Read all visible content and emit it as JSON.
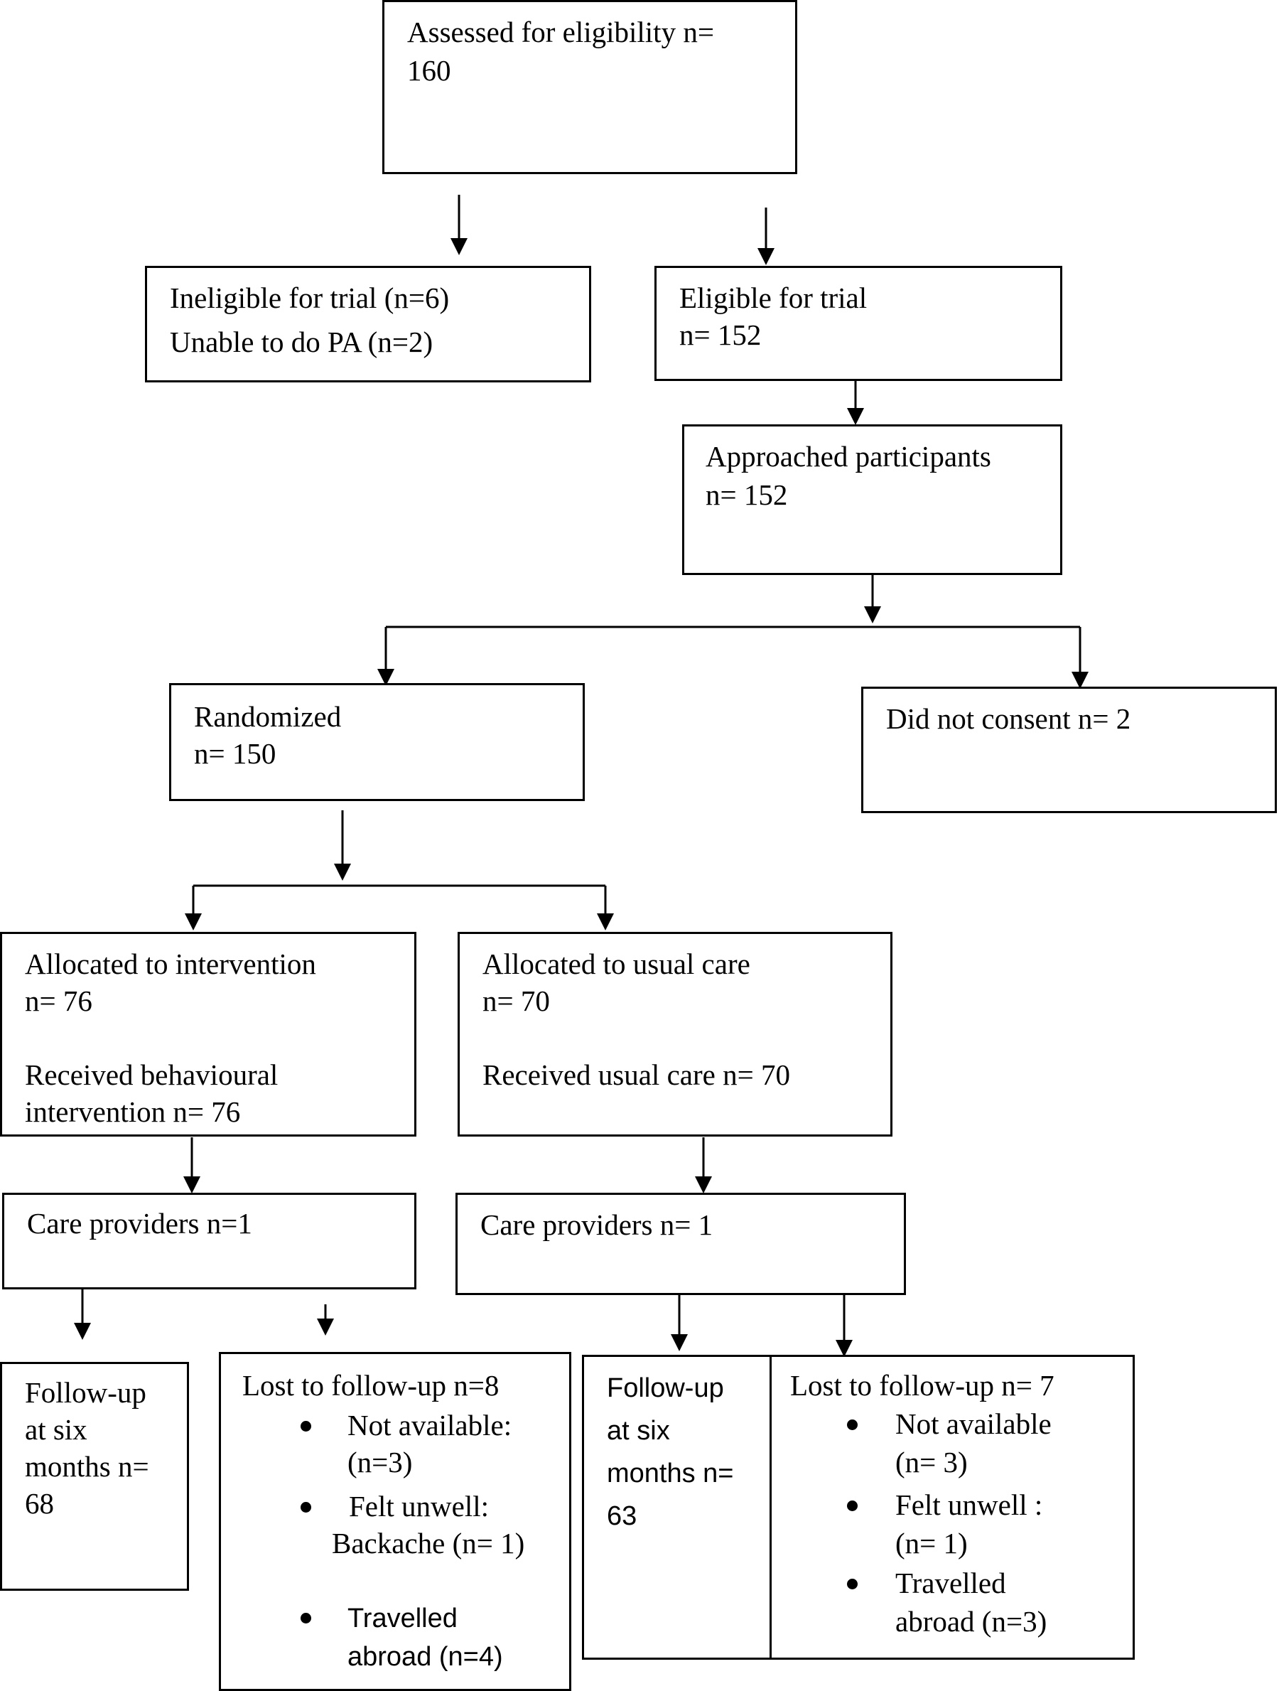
{
  "nodes": {
    "assessed": {
      "line1": "Assessed for eligibility n=",
      "line2": "160"
    },
    "ineligible": {
      "line1": "Ineligible for trial (n=6)",
      "line2": "Unable to do PA (n=2)"
    },
    "eligible": {
      "line1": "Eligible for trial",
      "line2": "n= 152"
    },
    "approached": {
      "line1": "Approached participants",
      "line2": "n= 152"
    },
    "randomized": {
      "line1": "Randomized",
      "line2": "n= 150"
    },
    "no_consent": {
      "line1": "Did not consent n= 2"
    },
    "alloc_intervention": {
      "line1": "Allocated to intervention",
      "line2": "n= 76",
      "line3": "Received behavioural",
      "line4": "intervention n= 76"
    },
    "alloc_usual": {
      "line1": "Allocated to usual care",
      "line2": "n= 70",
      "line3": "Received usual care n= 70"
    },
    "providers_left": {
      "line1": "Care providers n=1"
    },
    "providers_right": {
      "line1": "Care providers n= 1"
    },
    "followup_left": {
      "line1": "Follow-up",
      "line2": "at six",
      "line3": "months n=",
      "line4": "68"
    },
    "lost_left": {
      "title": "Lost to follow-up n=8",
      "b1a": "Not available:",
      "b1b": "(n=3)",
      "b2a": "Felt unwell:",
      "b2b": "Backache (n= 1)",
      "b3a": "Travelled",
      "b3b": "abroad (n=4)"
    },
    "followup_right": {
      "line1": "Follow-up",
      "line2": "at six",
      "line3": "months n=",
      "line4": "63"
    },
    "lost_right": {
      "title": "Lost to follow-up n= 7",
      "b1a": "Not available",
      "b1b": "(n= 3)",
      "b2a": "Felt unwell :",
      "b2b": "(n= 1)",
      "b3a": "Travelled",
      "b3b": "abroad (n=3)"
    }
  }
}
